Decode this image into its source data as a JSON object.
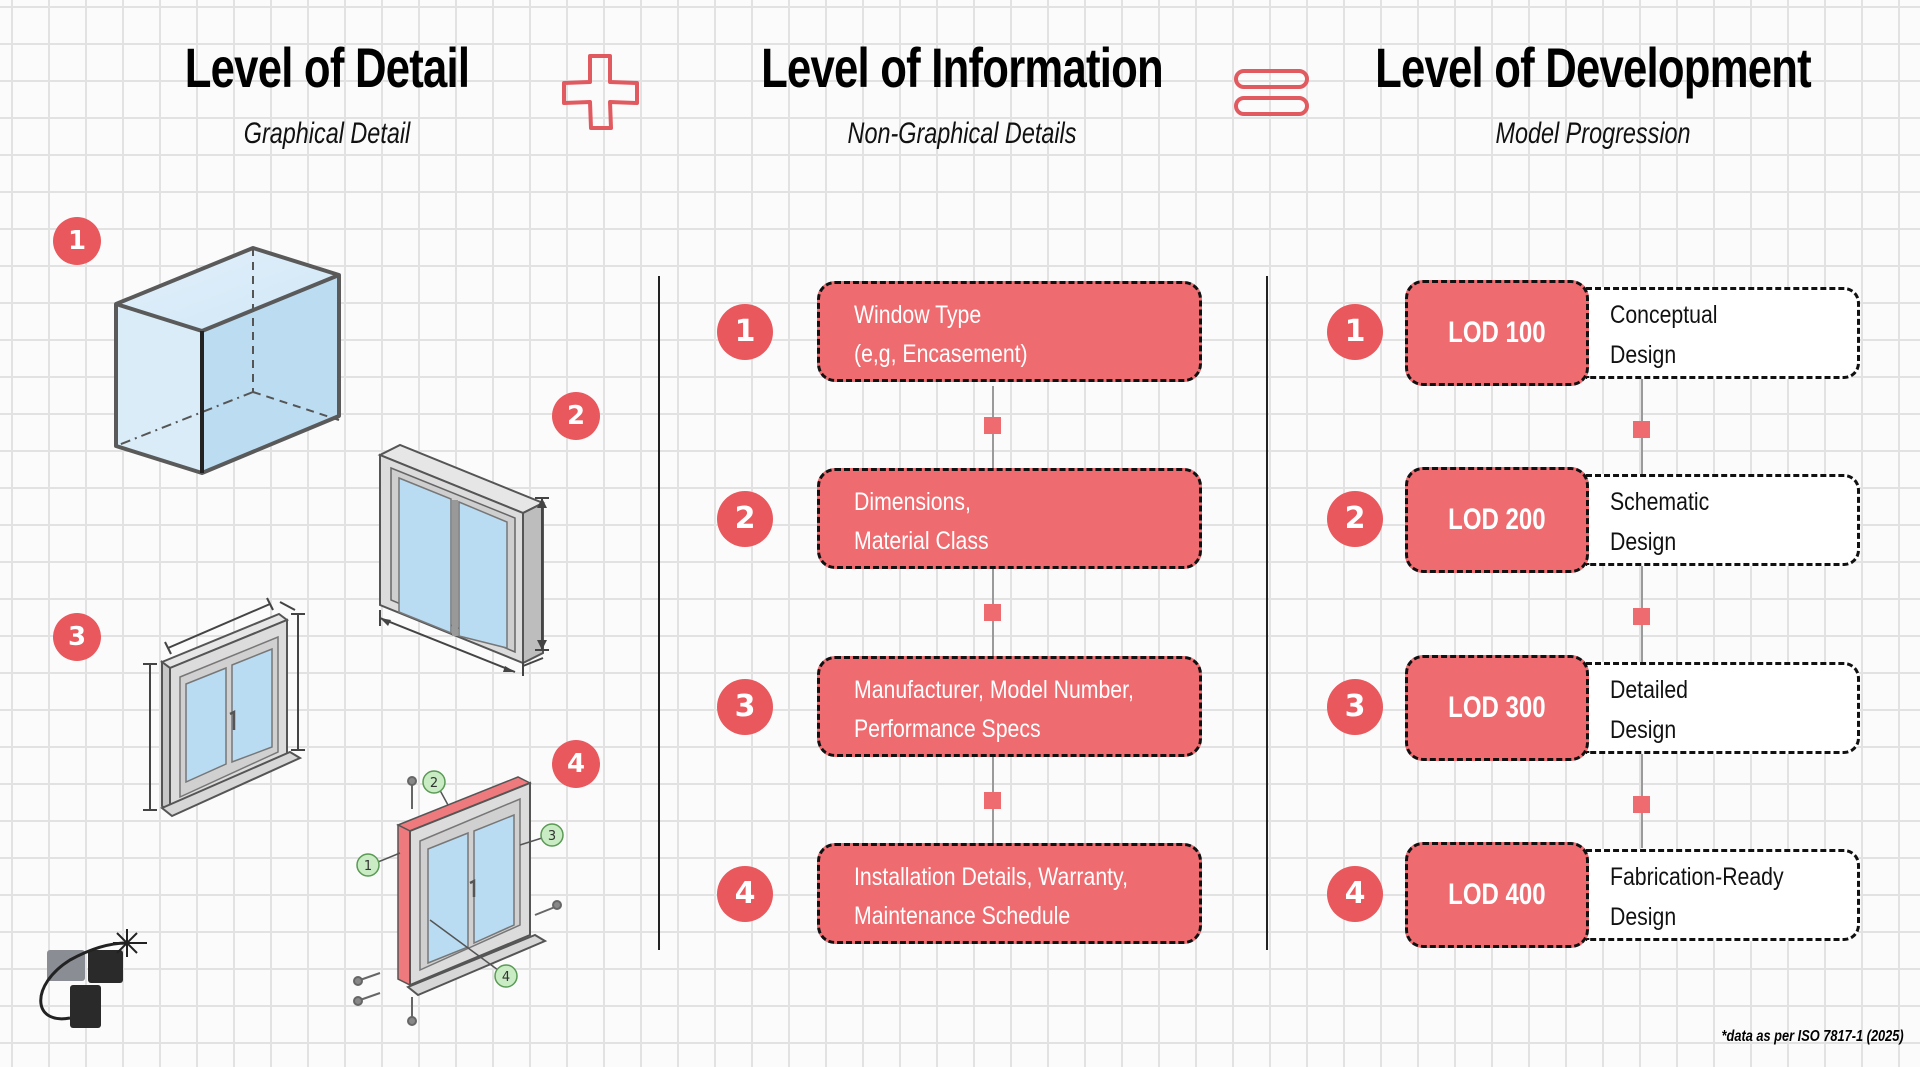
{
  "columns": [
    {
      "title": "Level of Detail",
      "subtitle": "Graphical Detail"
    },
    {
      "title": "Level of Information",
      "subtitle": "Non-Graphical Details"
    },
    {
      "title": "Level of Development",
      "subtitle": "Model Progression"
    }
  ],
  "operators": {
    "plus": "plus-icon",
    "equals": "equals-icon"
  },
  "detail": {
    "steps": [
      {
        "number": "1",
        "illustration": "box-massing-icon"
      },
      {
        "number": "2",
        "illustration": "window-generic-icon"
      },
      {
        "number": "3",
        "illustration": "window-dimensioned-icon"
      },
      {
        "number": "4",
        "illustration": "window-installation-icon"
      }
    ],
    "callouts": [
      "1",
      "2",
      "3",
      "4"
    ]
  },
  "information": {
    "steps": [
      {
        "number": "1",
        "line1": "Window Type",
        "line2": "(e,g, Encasement)"
      },
      {
        "number": "2",
        "line1": "Dimensions,",
        "line2": "Material Class"
      },
      {
        "number": "3",
        "line1": "Manufacturer, Model Number,",
        "line2": "Performance Specs"
      },
      {
        "number": "4",
        "line1": "Installation Details, Warranty,",
        "line2": "Maintenance Schedule"
      }
    ]
  },
  "development": {
    "steps": [
      {
        "number": "1",
        "lod": "LOD 100",
        "line1": "Conceptual",
        "line2": "Design"
      },
      {
        "number": "2",
        "lod": "LOD 200",
        "line1": "Schematic",
        "line2": "Design"
      },
      {
        "number": "3",
        "lod": "LOD 300",
        "line1": "Detailed",
        "line2": "Design"
      },
      {
        "number": "4",
        "lod": "LOD 400",
        "line1": "Fabrication-Ready",
        "line2": "Design"
      }
    ]
  },
  "footnote": "*data as per ISO 7817-1 (2025)",
  "colors": {
    "accent": "#ee6b70",
    "badge": "#e8585d",
    "text": "#000000",
    "grid": "#e2e2e2"
  }
}
